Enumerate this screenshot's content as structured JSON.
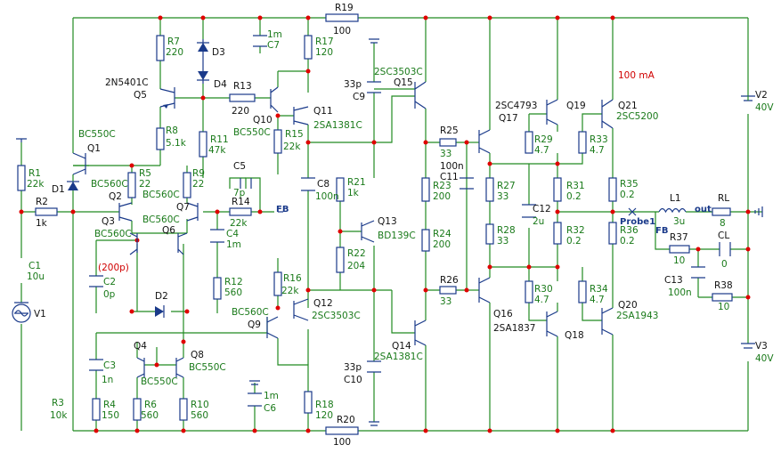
{
  "labels": {
    "R19": "R19",
    "R19v": "100",
    "R20": "R20",
    "R20v": "100",
    "R7": "R7",
    "R7v": "220",
    "D3": "D3",
    "D4": "D4",
    "C7": "C7",
    "C7v": "1m",
    "R17": "R17",
    "R17v": "120",
    "Q5m": "2N5401C",
    "Q5": "Q5",
    "R13": "R13",
    "R13v": "220",
    "Q11": "Q11",
    "Q11m": "2SA1381C",
    "Q10": "Q10",
    "Q10m": "BC550C",
    "R15": "R15",
    "R15v": "22k",
    "R8": "R8",
    "R8v": "5.1k",
    "R11": "R11",
    "R11v": "47k",
    "Q1m": "BC550C",
    "Q1": "Q1",
    "R1": "R1",
    "R1v": "22k",
    "D1": "D1",
    "R2": "R2",
    "R2v": "1k",
    "Q2m": "BC560C",
    "Q2": "Q2",
    "R5": "R5",
    "R5v": "22",
    "R9": "R9",
    "R9v": "22",
    "Q7m": "BC560C",
    "Q7": "Q7",
    "Q6m": "BC560C",
    "Q6": "Q6",
    "Q3": "Q3",
    "Q3m": "BC560C",
    "C5": "C5",
    "C5v": "7p",
    "R14": "R14",
    "R14v": "22k",
    "FB1": "FB",
    "C4": "C4",
    "C4v": "1m",
    "C8": "C8",
    "C8v": "100n",
    "R21": "R21",
    "R21v": "1k",
    "Q13": "Q13",
    "Q13m": "BD139C",
    "R22": "R22",
    "R22v": "204",
    "C2": "C2",
    "C2v": "0p",
    "C2note": "(200p)",
    "R12": "R12",
    "R12v": "560",
    "C1": "C1",
    "C1v": "10u",
    "V1": "V1",
    "D2": "D2",
    "R16": "R16",
    "R16v": "22k",
    "Q12": "Q12",
    "Q12m": "2SC3503C",
    "Q9m": "BC560C",
    "Q9": "Q9",
    "Q4": "Q4",
    "Q8": "Q8",
    "Q8m": "BC550C",
    "Q4m": "BC550C",
    "C3": "C3",
    "C3v": "1n",
    "R3": "R3",
    "R3v": "10k",
    "R4": "R4",
    "R4v": "150",
    "R6": "R6",
    "R6v": "560",
    "R10": "R10",
    "R10v": "560",
    "C6": "C6",
    "C6v": "1m",
    "R18": "R18",
    "R18v": "120",
    "C9v": "33p",
    "C9": "C9",
    "Q15m": "2SC3503C",
    "Q15": "Q15",
    "C10v": "33p",
    "C10": "C10",
    "Q14": "Q14",
    "Q14m": "2SA1381C",
    "R25": "R25",
    "R25v": "33",
    "R26": "R26",
    "R26v": "33",
    "C11v": "100n",
    "C11": "C11",
    "R23": "R23",
    "R23v": "200",
    "R24": "R24",
    "R24v": "200",
    "Q17m": "2SC4793",
    "Q17": "Q17",
    "Q16": "Q16",
    "Q16m": "2SA1837",
    "R27": "R27",
    "R27v": "33",
    "R28": "R28",
    "R28v": "33",
    "R29": "R29",
    "R29v": "4.7",
    "R30": "R30",
    "R30v": "4.7",
    "Q19": "Q19",
    "Q18": "Q18",
    "C12": "C12",
    "C12v": "2u",
    "R31": "R31",
    "R31v": "0.2",
    "R32": "R32",
    "R32v": "0.2",
    "R33": "R33",
    "R33v": "4.7",
    "R34": "R34",
    "R34v": "4.7",
    "Q21": "Q21",
    "Q21m": "2SC5200",
    "Q20": "Q20",
    "Q20m": "2SA1943",
    "cur": "100 mA",
    "R35": "R35",
    "R35v": "0.2",
    "R36": "R36",
    "R36v": "0.2",
    "Probe": "Probe1",
    "L1": "L1",
    "L1v": "3u",
    "out": "out",
    "RL": "RL",
    "RLv": "8",
    "FB2": "FB",
    "R37": "R37",
    "R37v": "10",
    "CL": "CL",
    "CLv": "0",
    "C13": "C13",
    "C13v": "100n",
    "R38": "R38",
    "R38v": "10",
    "V2": "V2",
    "V2v": "40V",
    "V3": "V3",
    "V3v": "40V"
  },
  "colors": {
    "wire": "#228b22",
    "component": "#1a3a8a",
    "label": "#1a7a1a",
    "node": "#e00000",
    "note": "#d00000"
  }
}
